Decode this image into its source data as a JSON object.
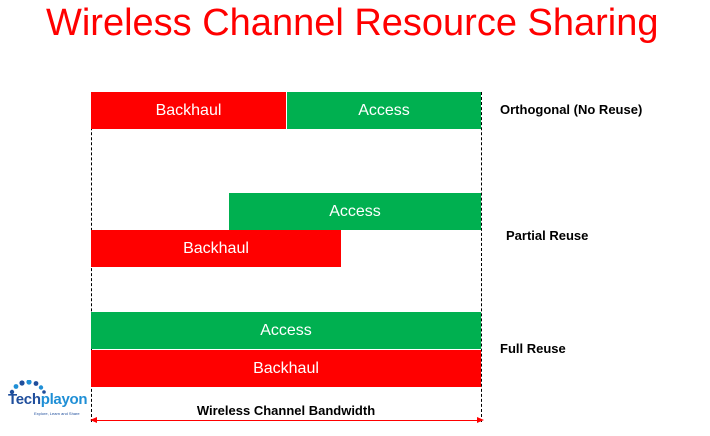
{
  "title": "Wireless Channel Resource Sharing",
  "rows": [
    {
      "scheme": "Orthogonal (No Reuse)"
    },
    {
      "scheme": "Partial Reuse"
    },
    {
      "scheme": "Full Reuse"
    }
  ],
  "bars": {
    "orthogonal_backhaul": "Backhaul",
    "orthogonal_access": "Access",
    "partial_access": "Access",
    "partial_backhaul": "Backhaul",
    "full_access": "Access",
    "full_backhaul": "Backhaul"
  },
  "axis_label": "Wireless Channel Bandwidth",
  "logo": {
    "word_part1": "Tech",
    "word_part2": "playon",
    "tagline": "Explore, Learn and Share"
  },
  "colors": {
    "title": "#ff0000",
    "backhaul": "#ff0000",
    "access": "#00b050",
    "bandwidth_arrow": "#ff0000",
    "logo_dark": "#1f4e9c",
    "logo_light": "#1f8fd6"
  }
}
